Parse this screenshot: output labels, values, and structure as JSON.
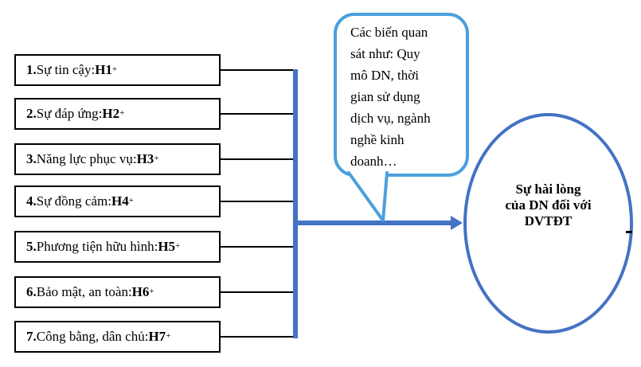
{
  "diagram": {
    "boxes": [
      {
        "num": "1.",
        "label": " Sự tin cậy: ",
        "code": "H1",
        "sup": "+"
      },
      {
        "num": "2.",
        "label": " Sự đáp ứng: ",
        "code": "H2",
        "sup": "+"
      },
      {
        "num": "3.",
        "label": " Năng lực phục vụ: ",
        "code": "H3",
        "sup": "+"
      },
      {
        "num": "4.",
        "label": " Sự đồng cảm: ",
        "code": "H4",
        "sup": "+"
      },
      {
        "num": "5.",
        "label": " Phương tiện hữu hình: ",
        "code": "H5",
        "sup": "+"
      },
      {
        "num": "6.",
        "label": " Bảo mật, an toàn: ",
        "code": "H6",
        "sup": "+"
      },
      {
        "num": "7.",
        "label": " Công bằng, dân chủ: ",
        "code": "H7",
        "sup": "+"
      }
    ],
    "callout": {
      "text": "Các biến quan\nsát như: Quy\nmô DN, thời\ngian sử dụng\ndịch vụ, ngành\nnghề kinh\ndoanh…"
    },
    "ellipse": {
      "text": "Sự hài lòng\ncủa DN đối với\nDVTĐT"
    },
    "colors": {
      "accent_dark": "#4472C4",
      "accent_light": "#4BA0DC",
      "line": "#000000"
    }
  }
}
